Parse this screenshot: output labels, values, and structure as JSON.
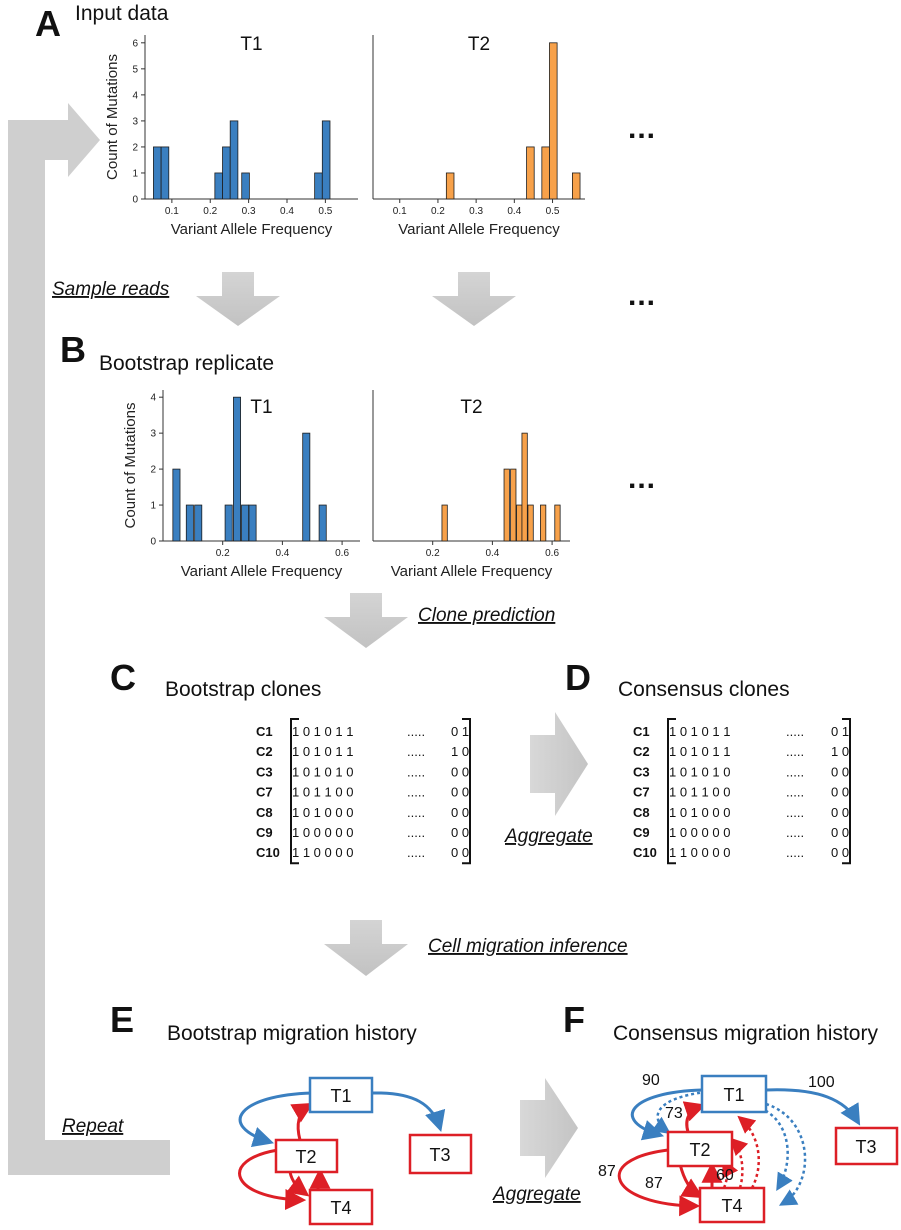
{
  "panels": {
    "A": {
      "letter": "A",
      "title": "Input data"
    },
    "B": {
      "letter": "B",
      "title": "Bootstrap replicate"
    },
    "C": {
      "letter": "C",
      "title": "Bootstrap clones"
    },
    "D": {
      "letter": "D",
      "title": "Consensus clones"
    },
    "E": {
      "letter": "E",
      "title": "Bootstrap migration history"
    },
    "F": {
      "letter": "F",
      "title": "Consensus migration history"
    }
  },
  "steps": {
    "sample_reads": "Sample reads",
    "clone_prediction": "Clone prediction",
    "aggregate_clones": "Aggregate",
    "cell_migration_inference": "Cell migration inference",
    "repeat": "Repeat",
    "aggregate_history": "Aggregate"
  },
  "ellipsis": "...",
  "colors": {
    "blue": "#3a7fc0",
    "orange": "#f7a14a",
    "red": "#dd1f26",
    "gray_arrow": "#cccccc"
  },
  "chart_data": [
    {
      "type": "bar",
      "panel": "A",
      "title": "T1",
      "xlabel": "Variant Allele Frequency",
      "ylabel": "Count of Mutations",
      "xlim": [
        0.03,
        0.585
      ],
      "ylim": [
        0,
        6.3
      ],
      "xticks": [
        "0.1",
        "0.2",
        "0.3",
        "0.4",
        "0.5"
      ],
      "yticks": [
        "0",
        "1",
        "2",
        "3",
        "4",
        "5",
        "6"
      ],
      "bins": [
        [
          0.062,
          2
        ],
        [
          0.082,
          2
        ],
        [
          0.222,
          1
        ],
        [
          0.242,
          2
        ],
        [
          0.262,
          3
        ],
        [
          0.292,
          1
        ],
        [
          0.482,
          1
        ],
        [
          0.502,
          3
        ]
      ],
      "bin_width": 0.02,
      "color": "#3a7fc0"
    },
    {
      "type": "bar",
      "panel": "A",
      "title": "T2",
      "xlabel": "Variant Allele Frequency",
      "ylabel": "",
      "xlim": [
        0.03,
        0.585
      ],
      "ylim": [
        0,
        6.3
      ],
      "xticks": [
        "0.1",
        "0.2",
        "0.3",
        "0.4",
        "0.5"
      ],
      "yticks": [],
      "bins": [
        [
          0.232,
          1
        ],
        [
          0.442,
          2
        ],
        [
          0.482,
          2
        ],
        [
          0.502,
          6
        ],
        [
          0.562,
          1
        ]
      ],
      "bin_width": 0.02,
      "color": "#f7a14a"
    },
    {
      "type": "bar",
      "panel": "B",
      "title": "T1",
      "xlabel": "Variant Allele Frequency",
      "ylabel": "Count of Mutations",
      "xlim": [
        0.0,
        0.66
      ],
      "ylim": [
        0,
        4.2
      ],
      "xticks": [
        "0.2",
        "0.4",
        "0.6"
      ],
      "yticks": [
        "0",
        "1",
        "2",
        "3",
        "4"
      ],
      "bins": [
        [
          0.045,
          2
        ],
        [
          0.09,
          1
        ],
        [
          0.118,
          1
        ],
        [
          0.22,
          1
        ],
        [
          0.248,
          4
        ],
        [
          0.275,
          1
        ],
        [
          0.3,
          1
        ],
        [
          0.48,
          3
        ],
        [
          0.535,
          1
        ]
      ],
      "bin_width": 0.024,
      "color": "#3a7fc0"
    },
    {
      "type": "bar",
      "panel": "B",
      "title": "T2",
      "xlabel": "Variant Allele Frequency",
      "ylabel": "",
      "xlim": [
        0.0,
        0.66
      ],
      "ylim": [
        0,
        4.2
      ],
      "xticks": [
        "0.2",
        "0.4",
        "0.6"
      ],
      "yticks": [],
      "bins": [
        [
          0.24,
          1
        ],
        [
          0.448,
          2
        ],
        [
          0.47,
          2
        ],
        [
          0.49,
          1
        ],
        [
          0.508,
          3
        ],
        [
          0.528,
          1
        ],
        [
          0.57,
          1
        ],
        [
          0.618,
          1
        ]
      ],
      "bin_width": 0.018,
      "color": "#f7a14a"
    }
  ],
  "clone_matrices": [
    {
      "panel": "C",
      "rows": [
        {
          "id": "C1",
          "bits": "1 0 1 0 1 1",
          "dots": ".....",
          "tail": "0 1"
        },
        {
          "id": "C2",
          "bits": "1 0 1 0 1 1",
          "dots": ".....",
          "tail": "1 0"
        },
        {
          "id": "C3",
          "bits": "1 0 1 0 1 0",
          "dots": ".....",
          "tail": "0 0"
        },
        {
          "id": "C7",
          "bits": "1 0 1 1 0 0",
          "dots": ".....",
          "tail": "0 0"
        },
        {
          "id": "C8",
          "bits": "1 0 1 0 0 0",
          "dots": ".....",
          "tail": "0 0"
        },
        {
          "id": "C9",
          "bits": "1 0 0 0 0 0",
          "dots": ".....",
          "tail": "0 0"
        },
        {
          "id": "C10",
          "bits": "1 1 0 0 0 0",
          "dots": ".....",
          "tail": "0 0"
        }
      ]
    },
    {
      "panel": "D",
      "rows": [
        {
          "id": "C1",
          "bits": "1 0 1 0 1 1",
          "dots": ".....",
          "tail": "0 1"
        },
        {
          "id": "C2",
          "bits": "1 0 1 0 1 1",
          "dots": ".....",
          "tail": "1 0"
        },
        {
          "id": "C3",
          "bits": "1 0 1 0 1 0",
          "dots": ".....",
          "tail": "0 0"
        },
        {
          "id": "C7",
          "bits": "1 0 1 1 0 0",
          "dots": ".....",
          "tail": "0 0"
        },
        {
          "id": "C8",
          "bits": "1 0 1 0 0 0",
          "dots": ".....",
          "tail": "0 0"
        },
        {
          "id": "C9",
          "bits": "1 0 0 0 0 0",
          "dots": ".....",
          "tail": "0 0"
        },
        {
          "id": "C10",
          "bits": "1 1 0 0 0 0",
          "dots": ".....",
          "tail": "0 0"
        }
      ]
    }
  ],
  "graphs": {
    "E": {
      "nodes": {
        "T1": "T1",
        "T2": "T2",
        "T3": "T3",
        "T4": "T4"
      }
    },
    "F": {
      "nodes": {
        "T1": "T1",
        "T2": "T2",
        "T3": "T3",
        "T4": "T4"
      },
      "edge_labels": {
        "t1_t2": "90",
        "t1_t3": "100",
        "t2_t1": "73",
        "t2_t4_outer": "87",
        "t2_t4_inner": "87",
        "t4_t2": "60"
      }
    }
  }
}
